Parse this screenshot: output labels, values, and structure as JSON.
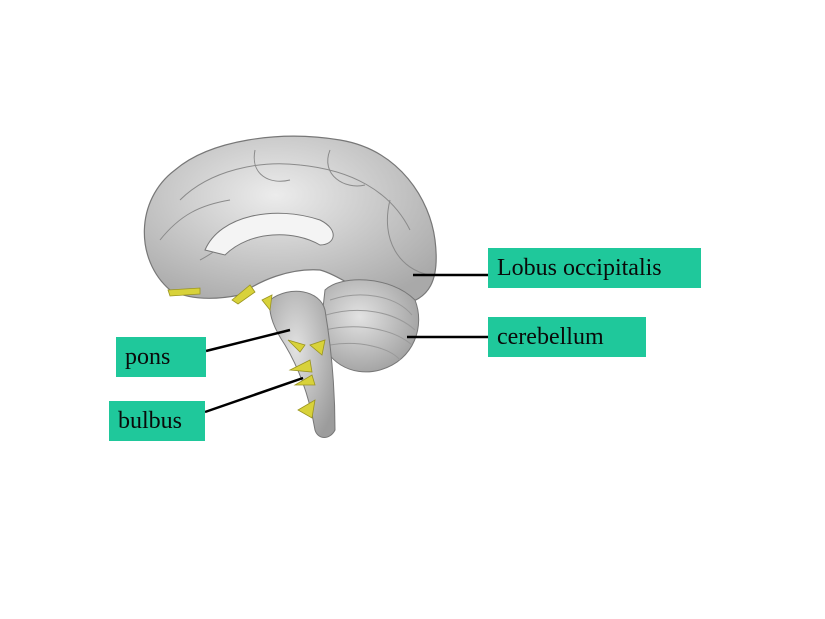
{
  "labels": {
    "occipital": "Lobus occipitalis",
    "cerebellum": "cerebellum",
    "pons": "pons",
    "bulbus": "bulbus"
  },
  "colors": {
    "label_bg": "#1fc89b",
    "nerve": "#d8d23a",
    "brain": "#cfcfcf"
  }
}
